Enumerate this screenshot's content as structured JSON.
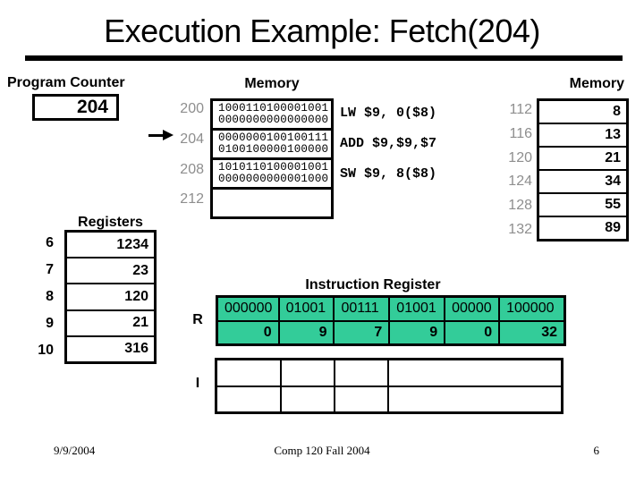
{
  "colors": {
    "highlight_teal": "#33CC99",
    "address_gray": "#8E8E8E"
  },
  "title": "Execution Example: Fetch(204)",
  "program_counter": {
    "label": "Program Counter",
    "value": "204"
  },
  "instruction_memory": {
    "label": "Memory",
    "rows": [
      {
        "address": "200",
        "word_hi": "1000110100001001",
        "word_lo": "0000000000000000",
        "asm": "LW $9, 0($8)"
      },
      {
        "address": "204",
        "word_hi": "0000000100100111",
        "word_lo": "0100100000100000",
        "asm": "ADD $9,$9,$7"
      },
      {
        "address": "208",
        "word_hi": "1010110100001001",
        "word_lo": "0000000000001000",
        "asm": "SW $9, 8($8)"
      },
      {
        "address": "212",
        "word_hi": "",
        "word_lo": "",
        "asm": ""
      }
    ]
  },
  "data_memory": {
    "label": "Memory",
    "rows": [
      {
        "address": "112",
        "value": "8"
      },
      {
        "address": "116",
        "value": "13"
      },
      {
        "address": "120",
        "value": "21"
      },
      {
        "address": "124",
        "value": "34"
      },
      {
        "address": "128",
        "value": "55"
      },
      {
        "address": "132",
        "value": "89"
      }
    ]
  },
  "registers": {
    "label": "Registers",
    "rows": [
      {
        "index": "6",
        "value": "1234"
      },
      {
        "index": "7",
        "value": "23"
      },
      {
        "index": "8",
        "value": "120"
      },
      {
        "index": "9",
        "value": "21"
      },
      {
        "index": "10",
        "value": "316"
      }
    ]
  },
  "instruction_register": {
    "label": "Instruction Register",
    "r_row_label": "R",
    "i_row_label": "I",
    "fields": [
      {
        "bits": "000000",
        "value": "0"
      },
      {
        "bits": "01001",
        "value": "9"
      },
      {
        "bits": "00111",
        "value": "7"
      },
      {
        "bits": "01001",
        "value": "9"
      },
      {
        "bits": "00000",
        "value": "0"
      },
      {
        "bits": "100000",
        "value": "32"
      }
    ]
  },
  "footer": {
    "date": "9/9/2004",
    "course": "Comp 120 Fall 2004",
    "page": "6"
  }
}
